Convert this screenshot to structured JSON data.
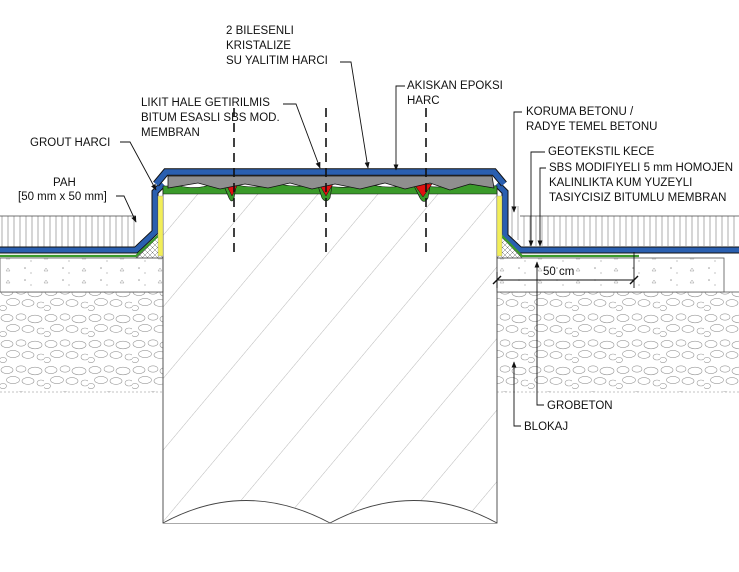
{
  "labels": {
    "crystal_line1": "2 BILESENLI",
    "crystal_line2": "KRISTALIZE",
    "crystal_line3": "SU YALITIM HARCI",
    "epoxy_line1": "AKISKAN EPOKSI",
    "epoxy_line2": "HARC",
    "liquid_line1": "LIKIT HALE GETIRILMIS",
    "liquid_line2": "BITUM ESASLI SBS MOD.",
    "liquid_line3": "MEMBRAN",
    "grout": "GROUT HARCI",
    "chamfer_line1": "PAH",
    "chamfer_line2": "[50 mm x 50 mm]",
    "protection_line1": "KORUMA BETONU /",
    "protection_line2": "RADYE TEMEL BETONU",
    "geotextile": "GEOTEKSTIL KECE",
    "sbs_line1": "SBS MODIFIYELI 5 mm HOMOJEN",
    "sbs_line2": "KALINLIKTA KUM YUZEYLI",
    "sbs_line3": "TASIYCISIZ BITUMLU MEMBRAN",
    "dimension": "50 cm",
    "lean_concrete": "GROBETON",
    "blockage": "BLOKAJ"
  },
  "colors": {
    "membrane_blue": "#2a5fb0",
    "epoxy_gray": "#8f8f8f",
    "crystal_red": "#e01010",
    "bitumen_green": "#3a9a2a",
    "grout_yellow": "#f2ee58",
    "line": "#111111"
  }
}
